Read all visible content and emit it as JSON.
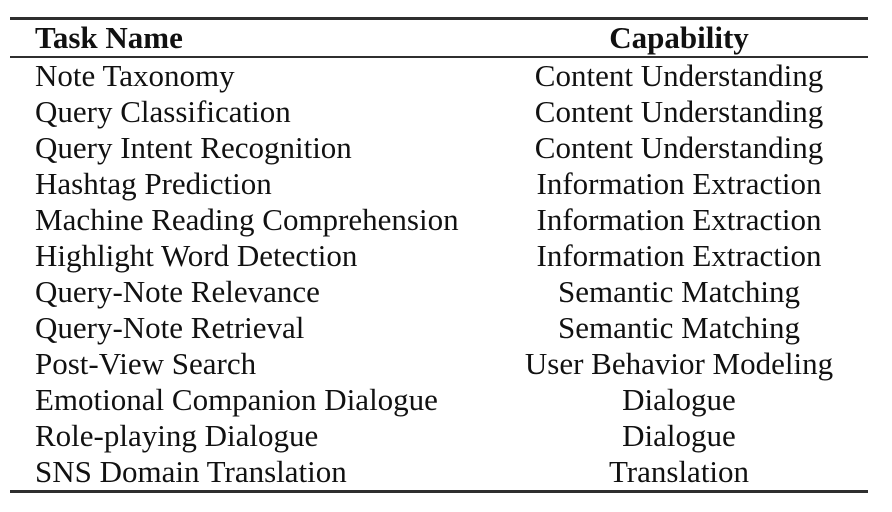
{
  "colors": {
    "background": "#ffffff",
    "text": "#111111",
    "rule": "#2f2f2f"
  },
  "table": {
    "headers": {
      "task": "Task Name",
      "capability": "Capability"
    },
    "rows": [
      {
        "task": "Note Taxonomy",
        "capability": "Content Understanding"
      },
      {
        "task": "Query Classification",
        "capability": "Content Understanding"
      },
      {
        "task": "Query Intent Recognition",
        "capability": "Content Understanding"
      },
      {
        "task": "Hashtag Prediction",
        "capability": "Information Extraction"
      },
      {
        "task": "Machine Reading Comprehension",
        "capability": "Information Extraction"
      },
      {
        "task": "Highlight Word Detection",
        "capability": "Information Extraction"
      },
      {
        "task": "Query-Note Relevance",
        "capability": "Semantic Matching"
      },
      {
        "task": "Query-Note Retrieval",
        "capability": "Semantic Matching"
      },
      {
        "task": "Post-View Search",
        "capability": "User Behavior Modeling"
      },
      {
        "task": "Emotional Companion Dialogue",
        "capability": "Dialogue"
      },
      {
        "task": "Role-playing Dialogue",
        "capability": "Dialogue"
      },
      {
        "task": "SNS Domain Translation",
        "capability": "Translation"
      }
    ]
  }
}
